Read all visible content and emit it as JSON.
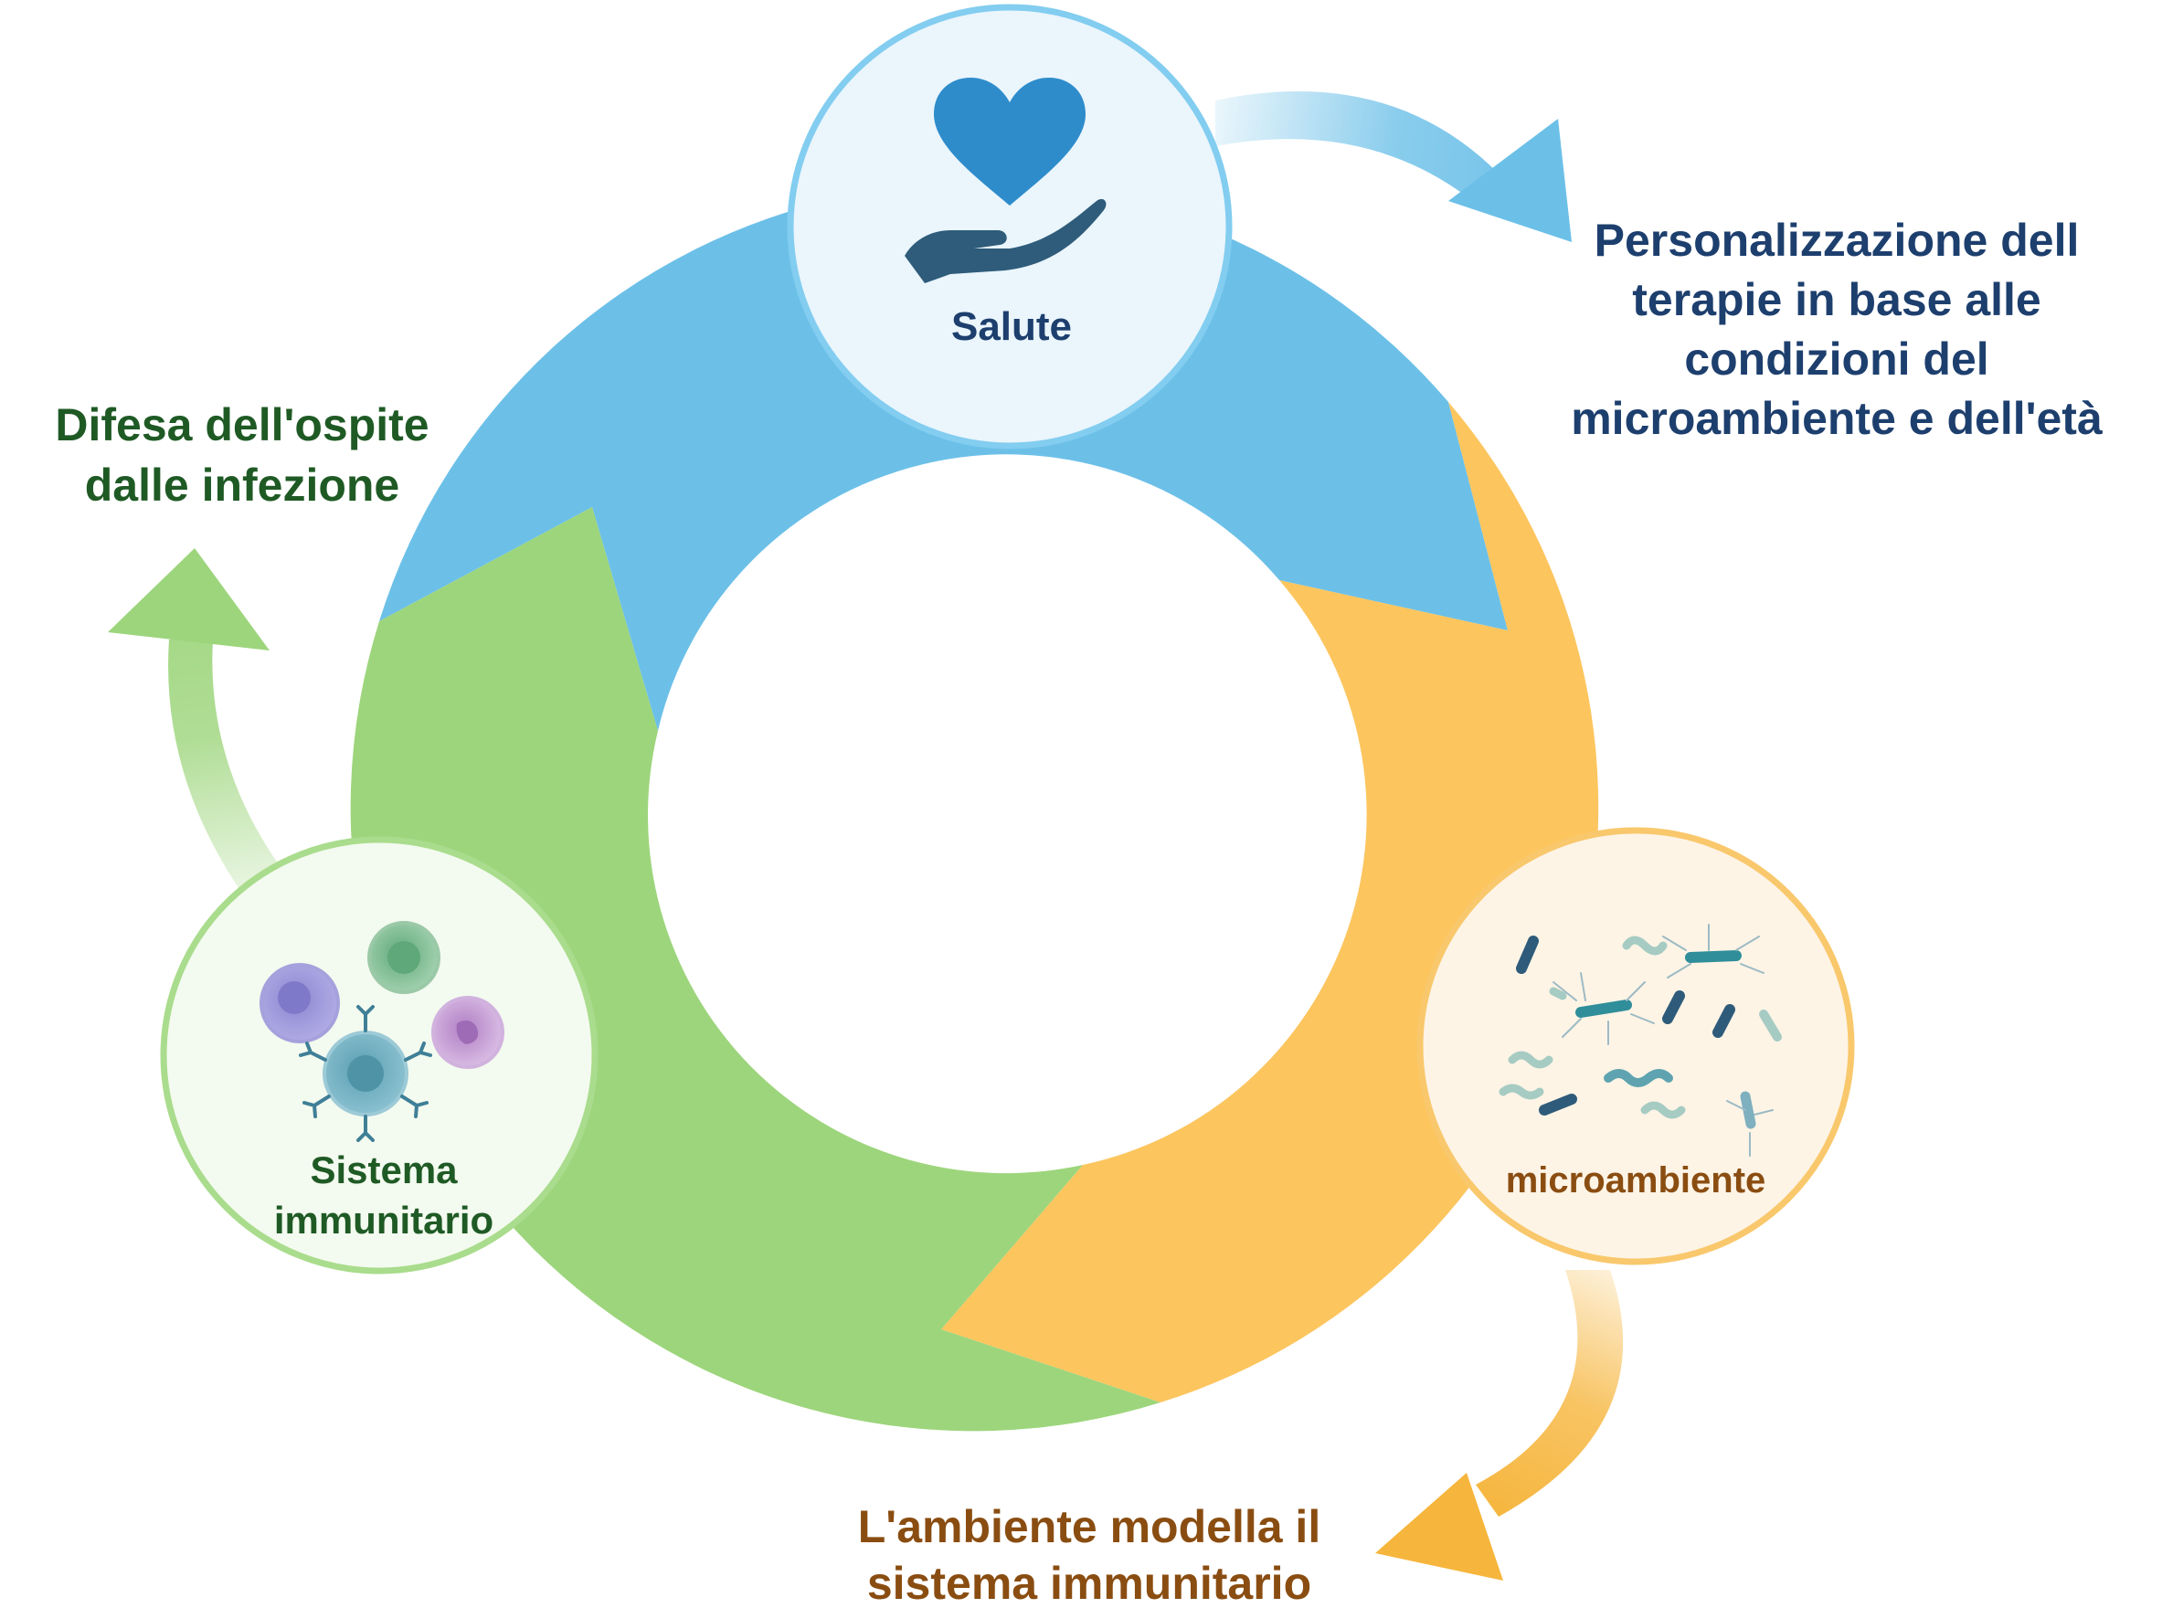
{
  "nodes": {
    "salute": {
      "label": "Salute",
      "icon": "heart-in-hand-icon"
    },
    "microambiente": {
      "label": "microambiente",
      "icon": "bacteria-icon"
    },
    "sistema": {
      "line1": "Sistema",
      "line2": "immunitario",
      "icon": "immune-cells-icon"
    }
  },
  "outcomes": {
    "personalizzazione": [
      "Personalizzazione dell",
      "terapie in base alle",
      "condizioni del",
      "microambiente e dell'età"
    ],
    "difesa": [
      "Difesa dell'ospite",
      "dalle infezione"
    ],
    "ambiente": [
      "L'ambiente modella il",
      "sistema immunitario"
    ]
  },
  "colors": {
    "blue": "#6cc0e8",
    "orange": "#fcc55e",
    "green": "#9dd57c",
    "blue_text": "#1d3f6e",
    "green_text": "#1f5a25",
    "orange_text": "#8a4d11",
    "blue_border": "#82cdf0",
    "green_border": "#a9dc8c",
    "orange_border": "#f9c86c"
  }
}
